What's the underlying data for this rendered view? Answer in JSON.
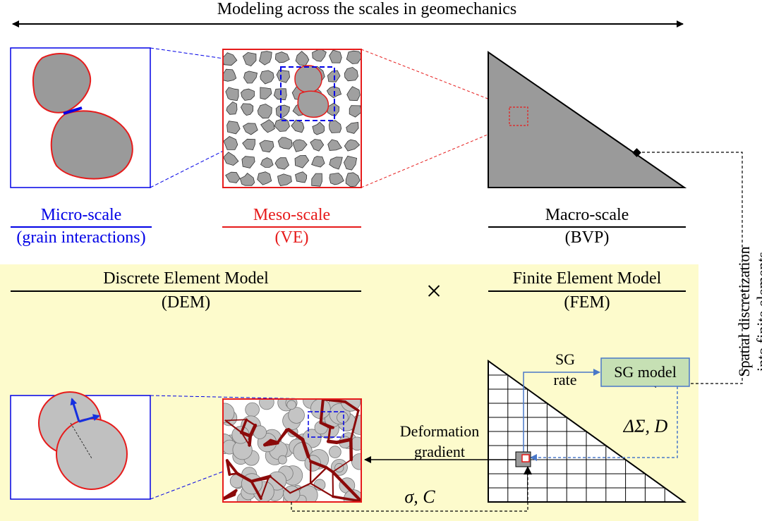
{
  "title": "Modeling across the scales in geomechanics",
  "scales": {
    "micro": {
      "name": "Micro-scale",
      "desc": "(grain interactions)"
    },
    "meso": {
      "name": "Meso-scale",
      "desc": "(VE)"
    },
    "macro": {
      "name": "Macro-scale",
      "desc": "(BVP)"
    }
  },
  "dem": {
    "name": "Discrete Element Model",
    "abbr": "(DEM)"
  },
  "fem": {
    "name": "Finite Element Model",
    "abbr": "(FEM)"
  },
  "times_symbol": "×",
  "discretization": {
    "line1": "Spatial discretization",
    "line2": "into finite elements"
  },
  "sg_model": "SG model",
  "sg_rate": {
    "line1": "SG",
    "line2": "rate"
  },
  "delta_sigma": "ΔΣ, D",
  "deformation": {
    "line1": "Deformation",
    "line2": "gradient"
  },
  "sigma_c": "σ, C",
  "colors": {
    "micro": "#0000e6",
    "meso": "#e61b1b",
    "highlight_bg": "#fdfbcc",
    "grain": "#9a9a9a",
    "force_chain": "#8b0a0a",
    "sg_box": "#c6e0b4"
  }
}
